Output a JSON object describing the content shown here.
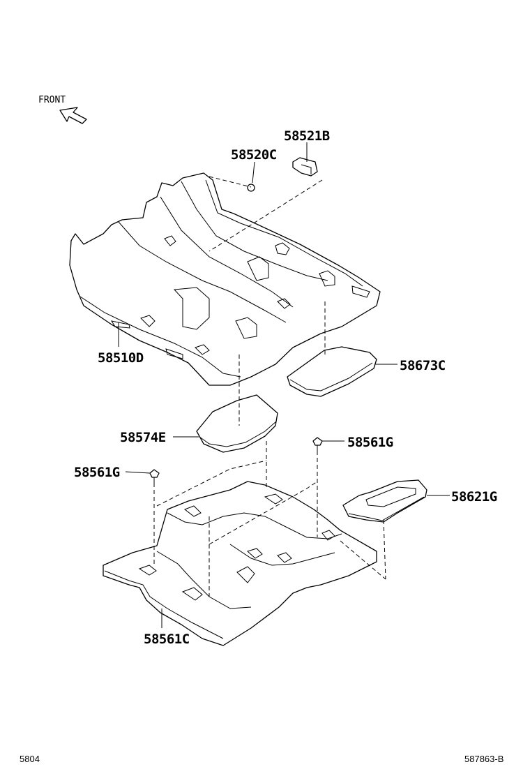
{
  "orientation": {
    "label": "FRONT"
  },
  "parts": [
    {
      "id": "p1",
      "number": "58521B"
    },
    {
      "id": "p2",
      "number": "58520C"
    },
    {
      "id": "p3",
      "number": "58510D"
    },
    {
      "id": "p4",
      "number": "58673C"
    },
    {
      "id": "p5",
      "number": "58574E"
    },
    {
      "id": "p6",
      "number": "58561G"
    },
    {
      "id": "p7",
      "number": "58561G"
    },
    {
      "id": "p8",
      "number": "58621G"
    },
    {
      "id": "p9",
      "number": "58561C"
    }
  ],
  "footer": {
    "left": "5804",
    "right": "587863-B"
  }
}
